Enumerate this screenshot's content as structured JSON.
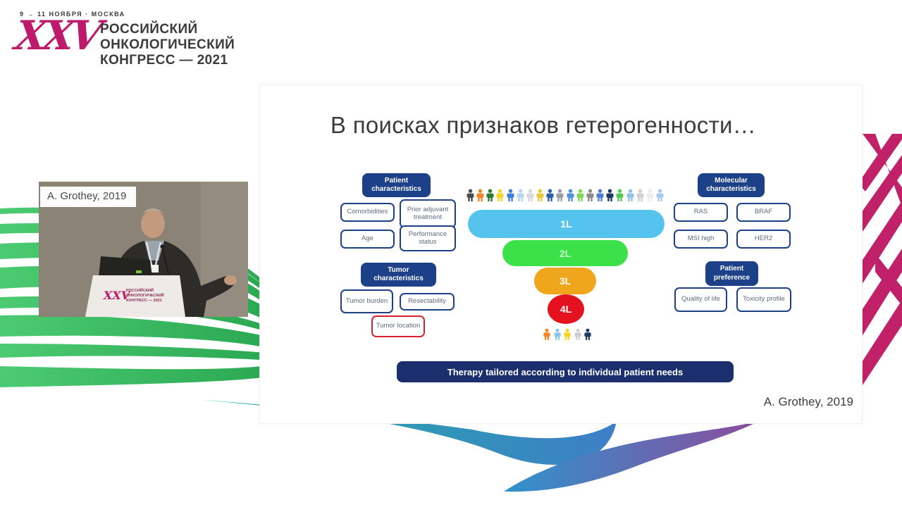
{
  "header": {
    "dates": "9 → 11 НОЯБРЯ · МОСКВА",
    "logo": "XXV",
    "title_lines": [
      "РОССИЙСКИЙ",
      "ОНКОЛОГИЧЕСКИЙ",
      "КОНГРЕСС — 2021"
    ]
  },
  "video": {
    "caption": "A. Grothey, 2019",
    "podium_logo": "XXV",
    "podium_lines": [
      "РОССИЙСКИЙ",
      "ОНКОЛОГИЧЕСКИЙ",
      "КОНГРЕСС — 2021"
    ]
  },
  "slide": {
    "title": "В поисках признаков гетерогенности…",
    "groups": [
      {
        "header": "Patient characteristics",
        "items": [
          "Comorbidities",
          "Prior adjuvant treatment",
          "Age",
          "Performance status"
        ]
      },
      {
        "header": "Tumor characteristics",
        "items": [
          "Tumor burden",
          "Resectability",
          "Tumor location"
        ]
      },
      {
        "header": "Molecular characteristics",
        "items": [
          "RAS",
          "BRAF",
          "MSI high",
          "HER2"
        ]
      },
      {
        "header": "Patient preference",
        "items": [
          "Quality of life",
          "Toxicity profile"
        ]
      }
    ],
    "highlighted_item": "Tumor location",
    "funnel": {
      "levels": [
        {
          "label": "1L",
          "color": "#55C3EE"
        },
        {
          "label": "2L",
          "color": "#3CE049"
        },
        {
          "label": "3L",
          "color": "#F0A61C"
        },
        {
          "label": "4L",
          "color": "#E4121F"
        }
      ],
      "top_people_colors": [
        "#4d4d4d",
        "#f08426",
        "#2f7a33",
        "#f5d327",
        "#3f7fd6",
        "#b7d4ec",
        "#d9d9d9",
        "#e8c93a",
        "#2f5fa8",
        "#9aa0a6",
        "#4f8fd9",
        "#7ed957",
        "#8c8c8c",
        "#4f7fc9",
        "#1f3864",
        "#57c84f",
        "#8fc3e8",
        "#cfcfcf",
        "#ececec",
        "#a9c9ec"
      ],
      "bottom_people_colors": [
        "#f08426",
        "#8fc3e8",
        "#f5d327",
        "#cfcfcf",
        "#1f3864"
      ]
    },
    "banner": "Therapy tailored according to individual patient needs",
    "citation": "A. Grothey, 2019"
  },
  "colors": {
    "brand_magenta": "#BE1A6B",
    "box_navy": "#1C4188",
    "banner_navy": "#1B2F6E",
    "highlight_red": "#D7222E",
    "wave_green": "#3FC163",
    "wave_teal": "#1FB3A6"
  }
}
